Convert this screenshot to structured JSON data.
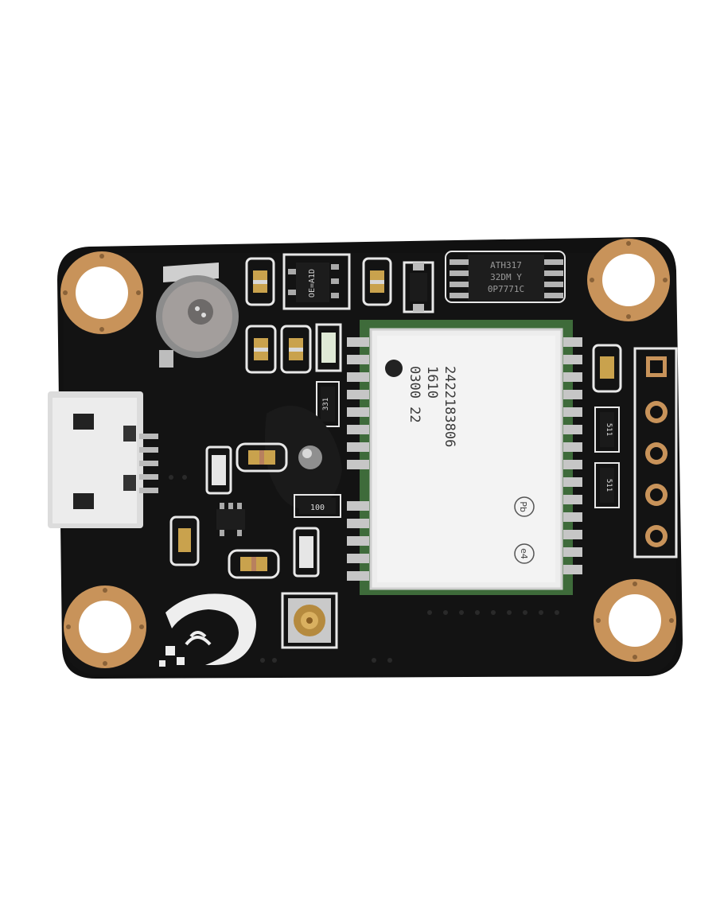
{
  "photo": {
    "subject": "",
    "gnss_module": {
      "line1": "2422183806",
      "line2": "1610",
      "line3": "0300 22",
      "mark_pb": "Pb",
      "mark_e4": "e4"
    },
    "ic_chip": {
      "line1": "ATH317",
      "line2": "32DM  Y",
      "line3": "0P7771C"
    },
    "sot_chip": "OE=A1D",
    "resistor_labels": [
      "331",
      "100",
      "511",
      "511"
    ],
    "colors": {
      "pcb": "#111111",
      "gold": "#c8935a",
      "silk": "#e8e8e8",
      "shield": "#ededed"
    }
  }
}
